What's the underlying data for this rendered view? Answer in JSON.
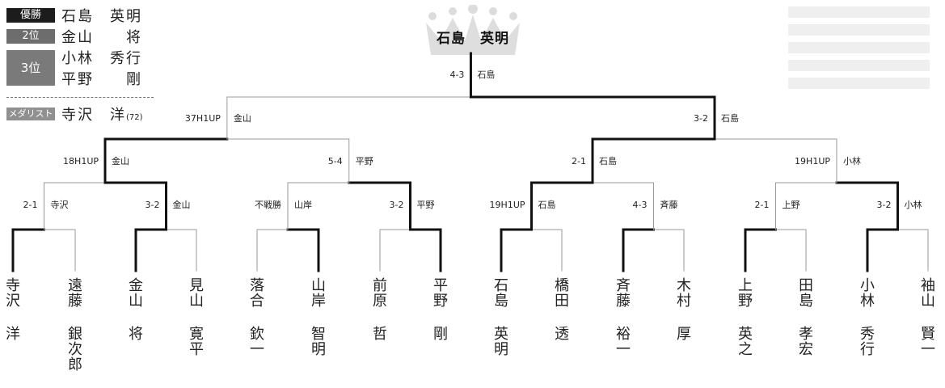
{
  "results": {
    "winner_label": "優勝",
    "winner_name": "石島　英明",
    "second_label": "2位",
    "second_name": "金山　　将",
    "third_label": "3位",
    "third_names": [
      "小林　秀行",
      "平野　　剛"
    ],
    "medalist_label": "メダリスト",
    "medalist_name": "寺沢　洋",
    "medalist_score": "(72)"
  },
  "champion": "石島　英明",
  "colors": {
    "line_win": "#111111",
    "line_lose": "#9a9a9a",
    "crown": "#d9d9d9"
  },
  "players": [
    {
      "surname": "寺沢",
      "given": "洋"
    },
    {
      "surname": "遠藤",
      "given": "銀次郎"
    },
    {
      "surname": "金山",
      "given": "将"
    },
    {
      "surname": "見山",
      "given": "寛平"
    },
    {
      "surname": "落合",
      "given": "欽一"
    },
    {
      "surname": "山岸",
      "given": "智明"
    },
    {
      "surname": "前原",
      "given": "哲"
    },
    {
      "surname": "平野",
      "given": "剛"
    },
    {
      "surname": "石島",
      "given": "英明"
    },
    {
      "surname": "橋田",
      "given": "透"
    },
    {
      "surname": "斉藤",
      "given": "裕一"
    },
    {
      "surname": "木村",
      "given": "厚"
    },
    {
      "surname": "上野",
      "given": "英之"
    },
    {
      "surname": "田島",
      "given": "孝宏"
    },
    {
      "surname": "小林",
      "given": "秀行"
    },
    {
      "surname": "袖山",
      "given": "賢一"
    }
  ],
  "rounds": {
    "r1": [
      {
        "score": "2-1",
        "winner": "寺沢"
      },
      {
        "score": "3-2",
        "winner": "金山"
      },
      {
        "score": "不戦勝",
        "winner": "山岸"
      },
      {
        "score": "3-2",
        "winner": "平野"
      },
      {
        "score": "19H1UP",
        "winner": "石島"
      },
      {
        "score": "4-3",
        "winner": "斉藤"
      },
      {
        "score": "2-1",
        "winner": "上野"
      },
      {
        "score": "3-2",
        "winner": "小林"
      }
    ],
    "qf": [
      {
        "score": "18H1UP",
        "winner": "金山"
      },
      {
        "score": "5-4",
        "winner": "平野"
      },
      {
        "score": "2-1",
        "winner": "石島"
      },
      {
        "score": "19H1UP",
        "winner": "小林"
      }
    ],
    "sf": [
      {
        "score": "37H1UP",
        "winner": "金山"
      },
      {
        "score": "3-2",
        "winner": "石島"
      }
    ],
    "final": {
      "score": "4-3",
      "winner": "石島"
    }
  }
}
